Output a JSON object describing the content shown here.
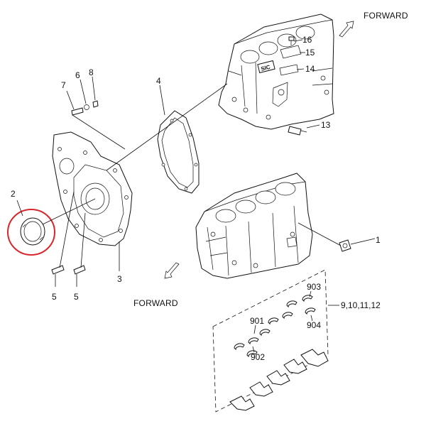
{
  "labels": {
    "forward_top": "FORWARD",
    "forward_bottom": "FORWARD",
    "p1": "1",
    "p2": "2",
    "p3": "3",
    "p4": "4",
    "p5a": "5",
    "p5b": "5",
    "p6": "6",
    "p7": "7",
    "p8": "8",
    "p13": "13",
    "p14": "14",
    "p15": "15",
    "p16": "16",
    "p901": "901",
    "p902": "902",
    "p903": "903",
    "p904": "904",
    "bearing_set": "9,10,11,12"
  },
  "highlight_color": "#d9262c"
}
